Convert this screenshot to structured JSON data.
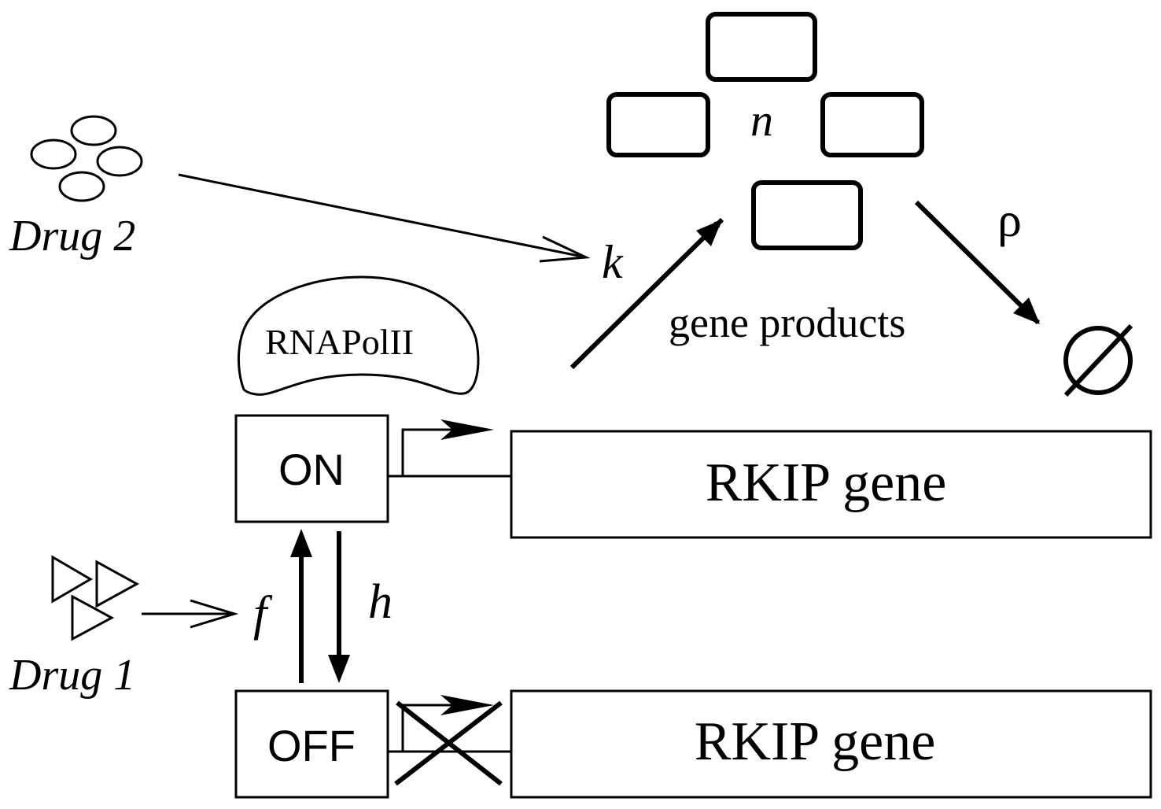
{
  "drugs": {
    "drug1_label": "Drug 1",
    "drug2_label": "Drug 2"
  },
  "rates": {
    "f": "f",
    "h": "h",
    "k": "k",
    "rho": "ρ",
    "n": "n"
  },
  "polymerase": {
    "label": "RNAPolII"
  },
  "promoter": {
    "on_label": "ON",
    "off_label": "OFF"
  },
  "genes": {
    "top_gene_label": "RKIP gene",
    "bottom_gene_label": "RKIP gene"
  },
  "products": {
    "label": "gene products"
  },
  "degradation": {
    "symbol": "∅"
  },
  "colors": {
    "stroke": "#000000",
    "background": "#ffffff"
  }
}
